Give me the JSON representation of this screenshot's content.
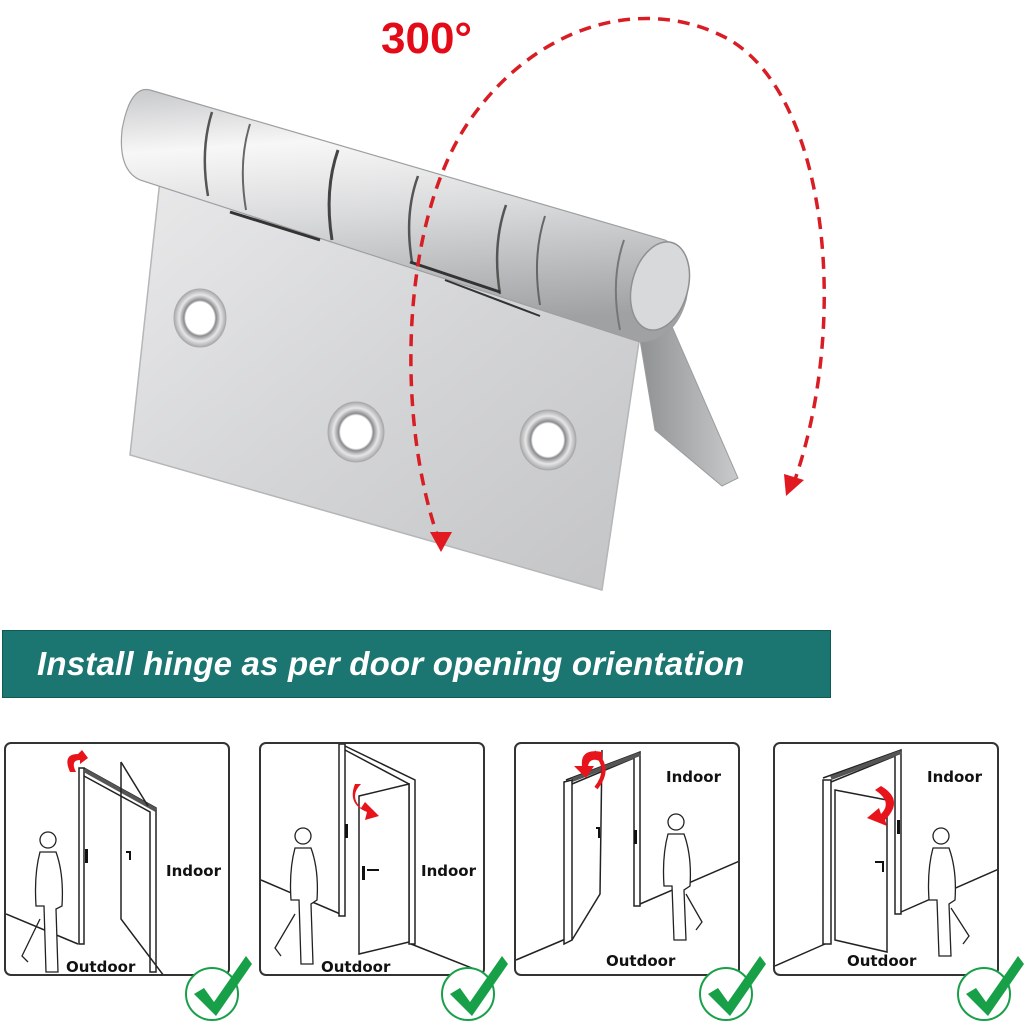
{
  "hero": {
    "rotation_label": "300°",
    "arrow_color": "#d81e24",
    "product": "stainless steel butt hinge"
  },
  "banner": {
    "text": "Install hinge as per door opening orientation",
    "background": "#1b7571"
  },
  "panels": [
    {
      "indoor": "Indoor",
      "outdoor": "Outdoor",
      "icon": "check-icon"
    },
    {
      "indoor": "Indoor",
      "outdoor": "Outdoor",
      "icon": "check-icon"
    },
    {
      "indoor": "Indoor",
      "outdoor": "Outdoor",
      "icon": "check-icon"
    },
    {
      "indoor": "Indoor",
      "outdoor": "Outdoor",
      "icon": "check-icon"
    }
  ],
  "colors": {
    "check_green": "#17a047",
    "swing_arrow_red": "#e8141c"
  }
}
